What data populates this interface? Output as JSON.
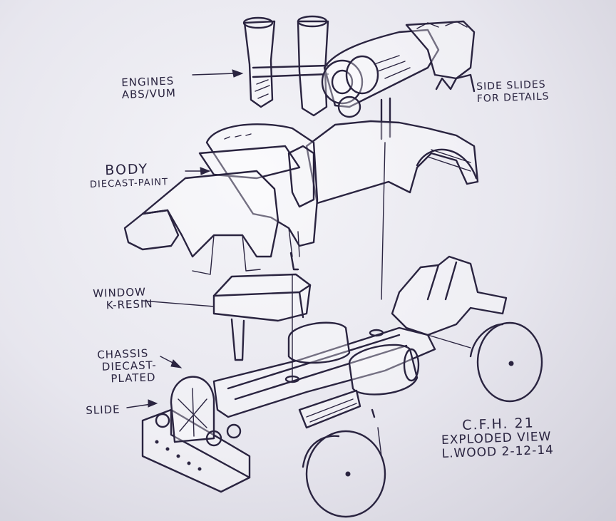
{
  "labels": {
    "engines": [
      "ENGINES",
      "ABS/VUM"
    ],
    "side_slides": [
      "SIDE SLIDES",
      "FOR DETAILS"
    ],
    "body": [
      "BODY",
      "DIECAST-PAINT"
    ],
    "window": [
      "WINDOW",
      "K-RESIN"
    ],
    "chassis": [
      "CHASSIS",
      "DIECAST-",
      "PLATED"
    ],
    "slide": [
      "SLIDE"
    ],
    "title_block": [
      "C.F.H. 21",
      "EXPLODED VIEW",
      "L.WOOD 2-12-14"
    ]
  },
  "colors": {
    "ink": "#2a2440",
    "paper": "#eceaf1"
  }
}
